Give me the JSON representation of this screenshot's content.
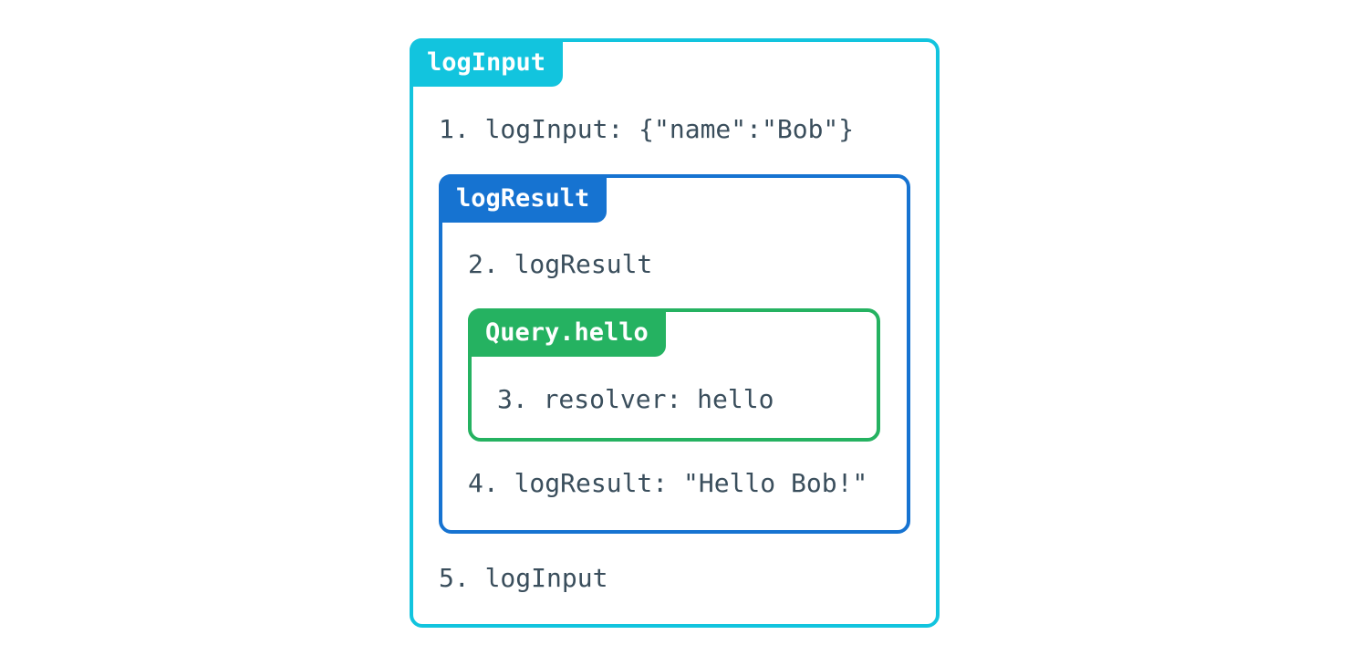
{
  "colors": {
    "cyan": "#12c4de",
    "blue": "#1673d1",
    "green": "#25b261",
    "text": "#3a4e5c"
  },
  "boxes": {
    "logInput": {
      "label": "logInput"
    },
    "logResult": {
      "label": "logResult"
    },
    "resolver": {
      "label": "Query.hello"
    }
  },
  "steps": {
    "step1": "1. logInput: {\"name\":\"Bob\"}",
    "step2": "2. logResult",
    "step3": "3. resolver: hello",
    "step4": "4. logResult: \"Hello Bob!\"",
    "step5": "5. logInput"
  }
}
